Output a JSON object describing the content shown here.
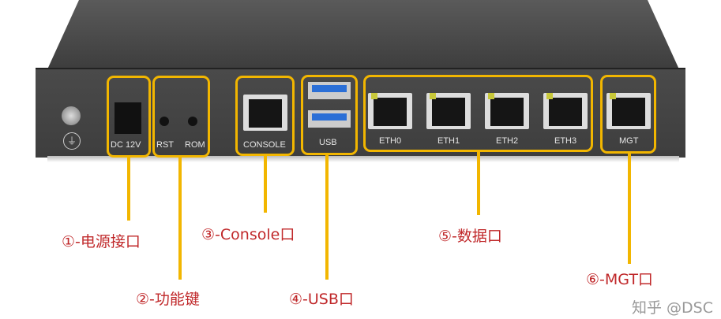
{
  "panel_labels": {
    "dc": "DC 12V",
    "rst": "RST",
    "rom": "ROM",
    "console": "CONSOLE",
    "usb": "USB",
    "eth0": "ETH0",
    "eth1": "ETH1",
    "eth2": "ETH2",
    "eth3": "ETH3",
    "mgt": "MGT"
  },
  "callouts": {
    "power": "①-电源接口",
    "function": "②-功能键",
    "console": "③-Console口",
    "usb": "④-USB口",
    "data": "⑤-数据口",
    "mgt": "⑥-MGT口"
  },
  "watermark": "知乎 @DSC",
  "colors": {
    "highlight": "#f2b600",
    "callout_text": "#c0282a",
    "chassis": "#444444"
  }
}
